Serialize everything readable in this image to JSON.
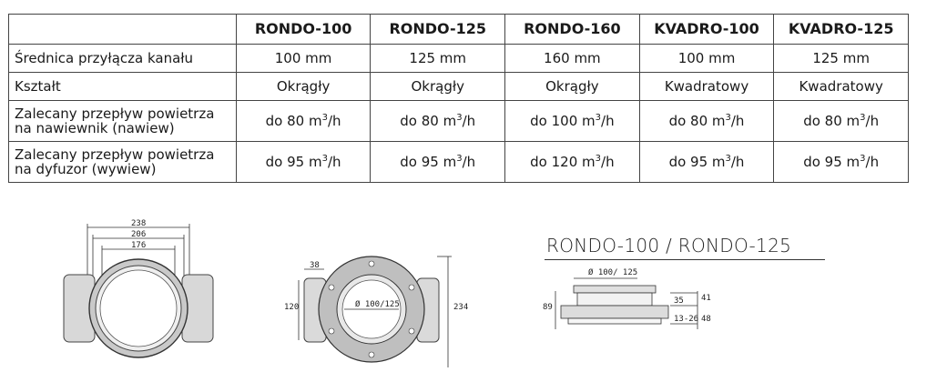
{
  "table": {
    "headers": [
      "",
      "RONDO-100",
      "RONDO-125",
      "RONDO-160",
      "KVADRO-100",
      "KVADRO-125"
    ],
    "rows": [
      {
        "label": "Średnica przyłącza kanału",
        "values": [
          "100 mm",
          "125 mm",
          "160 mm",
          "100 mm",
          "125 mm"
        ]
      },
      {
        "label": "Kształt",
        "values": [
          "Okrągły",
          "Okrągły",
          "Okrągły",
          "Kwadratowy",
          "Kwadratowy"
        ]
      },
      {
        "label_line1": "Zalecany przepływ powietrza",
        "label_line2": "na nawiewnik (nawiew)",
        "values": [
          {
            "prefix": "do 80 m",
            "sup": "3",
            "suffix": "/h"
          },
          {
            "prefix": "do 80 m",
            "sup": "3",
            "suffix": "/h"
          },
          {
            "prefix": "do 100 m",
            "sup": "3",
            "suffix": "/h"
          },
          {
            "prefix": "do 80 m",
            "sup": "3",
            "suffix": "/h"
          },
          {
            "prefix": "do 80 m",
            "sup": "3",
            "suffix": "/h"
          }
        ]
      },
      {
        "label_line1": "Zalecany przepływ powietrza",
        "label_line2": "na dyfuzor (wywiew)",
        "values": [
          {
            "prefix": "do 95 m",
            "sup": "3",
            "suffix": "/h"
          },
          {
            "prefix": "do 95 m",
            "sup": "3",
            "suffix": "/h"
          },
          {
            "prefix": "do 120 m",
            "sup": "3",
            "suffix": "/h"
          },
          {
            "prefix": "do 95 m",
            "sup": "3",
            "suffix": "/h"
          },
          {
            "prefix": "do 95 m",
            "sup": "3",
            "suffix": "/h"
          }
        ]
      }
    ]
  },
  "drawing_front": {
    "dim_outer": "238",
    "dim_mid": "206",
    "dim_inner": "176"
  },
  "drawing_top": {
    "dim_width": "38",
    "dim_height_left": "120",
    "dim_height_right": "234",
    "dim_diameter": "Ø 100/125"
  },
  "drawing_side": {
    "title": "RONDO-100 / RONDO-125",
    "dim_diameter": "Ø 100/ 125",
    "dim_total": "89",
    "dim_upper": "35",
    "dim_upper_right": "41",
    "dim_lower": "13-26",
    "dim_lower_right": "48"
  }
}
